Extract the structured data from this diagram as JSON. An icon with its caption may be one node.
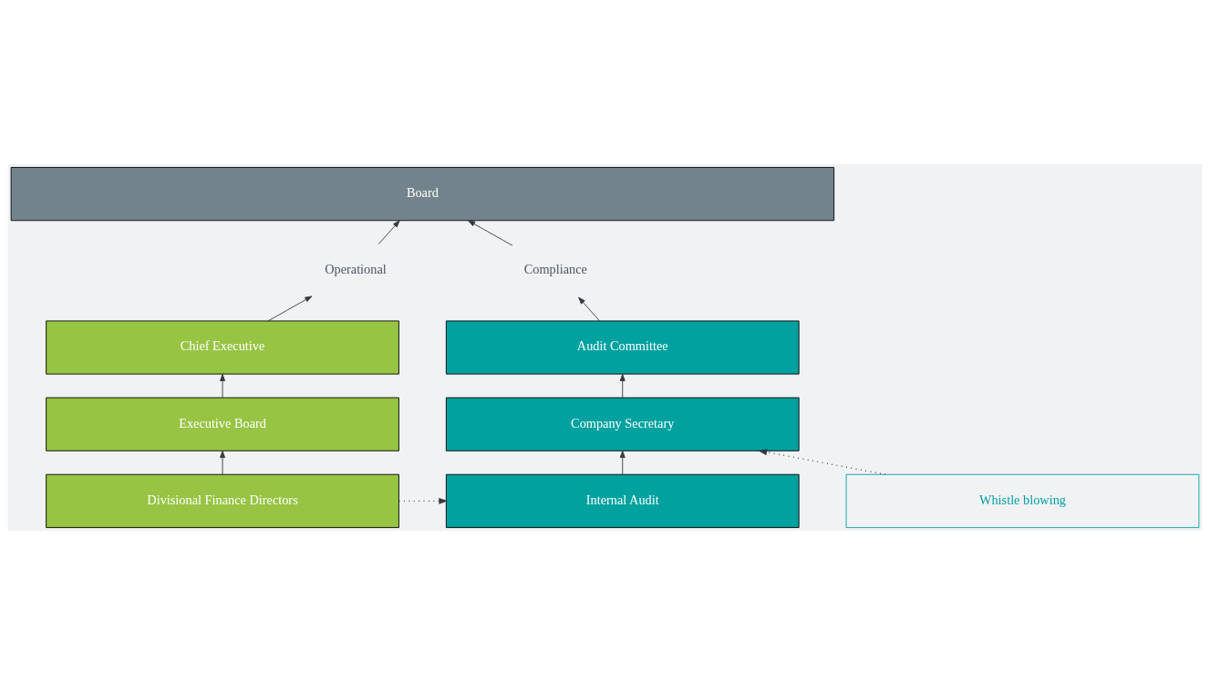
{
  "diagram": {
    "nodes": [
      {
        "text": [
          "Board"
        ]
      },
      {
        "text": [
          "Operational"
        ]
      },
      {
        "text": [
          "Compliance"
        ]
      },
      {
        "text": [
          "Chief Executive"
        ]
      },
      {
        "text": [
          "Audit Committee"
        ]
      },
      {
        "text": [
          "Executive Board"
        ]
      },
      {
        "text": [
          "Company Secretary"
        ]
      },
      {
        "text": [
          "Divisional Finance Directors"
        ]
      },
      {
        "text": [
          "Internal Audit"
        ]
      },
      {
        "text": [
          "Whistle blowing"
        ]
      }
    ],
    "edges": [
      {
        "from": 3,
        "to": 1,
        "arrow": "to"
      },
      {
        "from": 1,
        "to": 0,
        "arrow": "to"
      },
      {
        "from": 4,
        "to": 2,
        "arrow": "to"
      },
      {
        "from": 2,
        "to": 0,
        "arrow": "to"
      },
      {
        "from": 5,
        "to": 3,
        "arrow": "to"
      },
      {
        "from": 6,
        "to": 4,
        "arrow": "to"
      },
      {
        "from": 7,
        "to": 5,
        "arrow": "to"
      },
      {
        "from": 8,
        "to": 6,
        "arrow": "to"
      },
      {
        "from": 7,
        "to": 8,
        "arrow": "to",
        "style": "dashed"
      },
      {
        "from": 9,
        "to": 6,
        "arrow": "to",
        "style": "dashed"
      }
    ]
  }
}
